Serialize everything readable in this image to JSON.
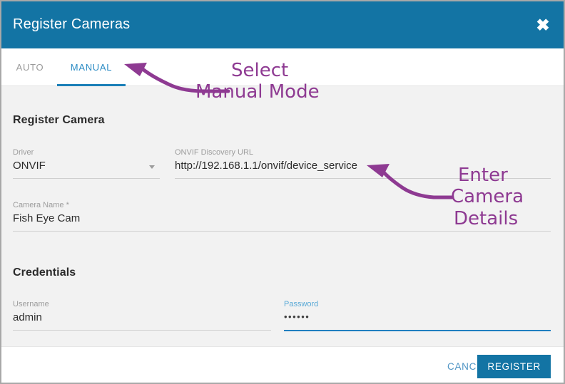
{
  "dialog": {
    "title": "Register Cameras",
    "close_icon": "close-icon",
    "close_glyph": "✖"
  },
  "tabs": [
    {
      "id": "auto",
      "label": "AUTO",
      "active": false
    },
    {
      "id": "manual",
      "label": "MANUAL",
      "active": true
    }
  ],
  "sections": {
    "register": {
      "heading": "Register Camera"
    },
    "credentials": {
      "heading": "Credentials"
    }
  },
  "fields": {
    "driver": {
      "label": "Driver",
      "value": "ONVIF",
      "caret_icon": "chevron-down-icon",
      "options": [
        "ONVIF"
      ]
    },
    "onvif_url": {
      "label": "ONVIF Discovery URL",
      "value": "http://192.168.1.1/onvif/device_service"
    },
    "camera_name": {
      "label": "Camera Name *",
      "value": "Fish Eye Cam"
    },
    "username": {
      "label": "Username",
      "value": "admin"
    },
    "password": {
      "label": "Password",
      "value": "••••••",
      "focused": true
    }
  },
  "footer": {
    "cancel_label": "CANCEL",
    "register_label": "REGISTER"
  },
  "annotations": {
    "select": "Select",
    "manual_mode": "Manual Mode",
    "enter": "Enter",
    "camera": "Camera",
    "details": "Details"
  },
  "colors": {
    "header_blue": "#1374a4",
    "tab_active_blue": "#2a8bc4",
    "tab_underline_blue": "#1b7fb8",
    "focus_blue": "#1f7fc0",
    "annotation_purple": "#8e3a92",
    "body_gray": "#f2f2f2",
    "border_gray": "#a8a8a8"
  }
}
